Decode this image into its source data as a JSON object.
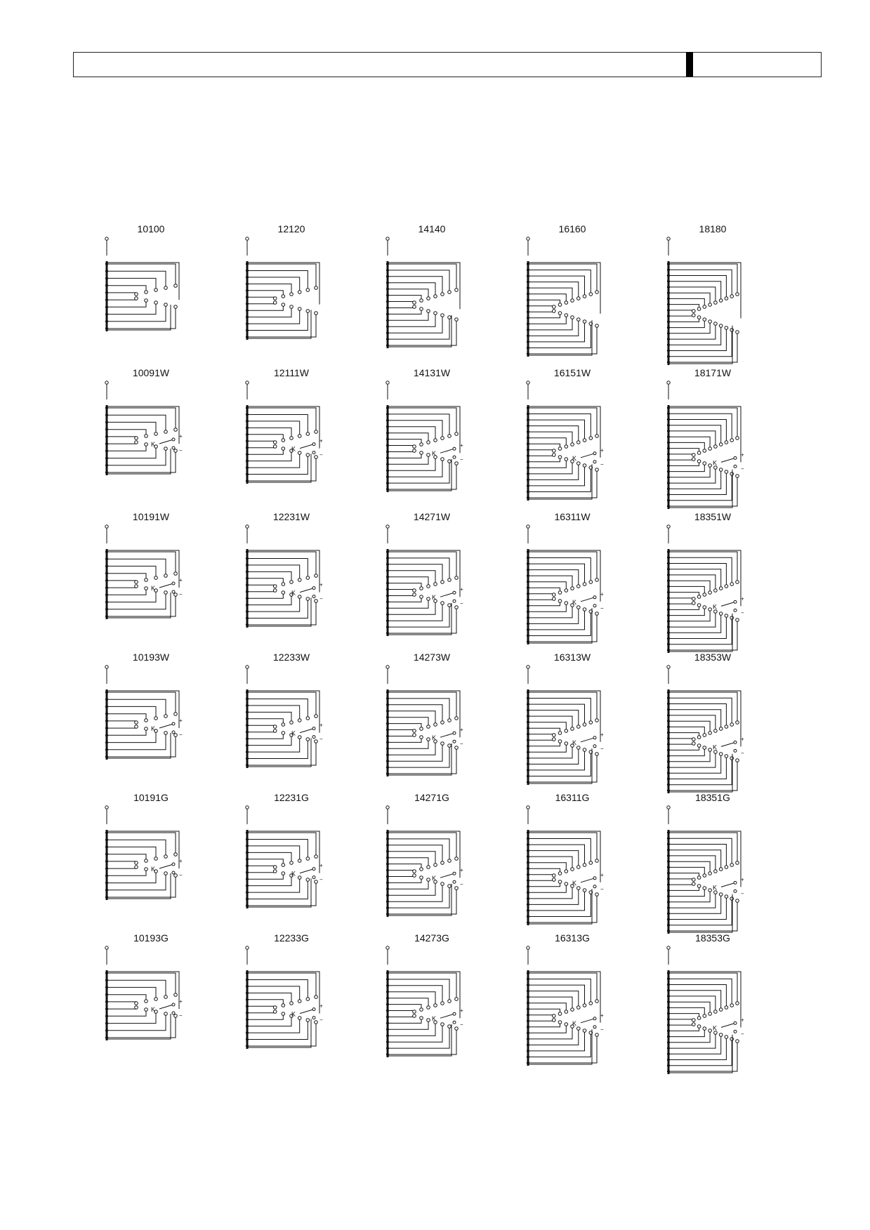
{
  "diagrams": [
    [
      "10100",
      "12120",
      "14140",
      "16160",
      "18180"
    ],
    [
      "10091W",
      "12111W",
      "14131W",
      "16151W",
      "18171W"
    ],
    [
      "10191W",
      "12231W",
      "14271W",
      "16311W",
      "18351W"
    ],
    [
      "10193W",
      "12233W",
      "14273W",
      "16313W",
      "18353W"
    ],
    [
      "10191G",
      "12231G",
      "14271G",
      "16311G",
      "18351G"
    ],
    [
      "10193G",
      "12233G",
      "14273G",
      "16313G",
      "18353G"
    ]
  ],
  "pole_counts": [
    10,
    12,
    14,
    16,
    18
  ],
  "contact_mark": "K",
  "polarity_plus": "+",
  "polarity_minus": "−"
}
